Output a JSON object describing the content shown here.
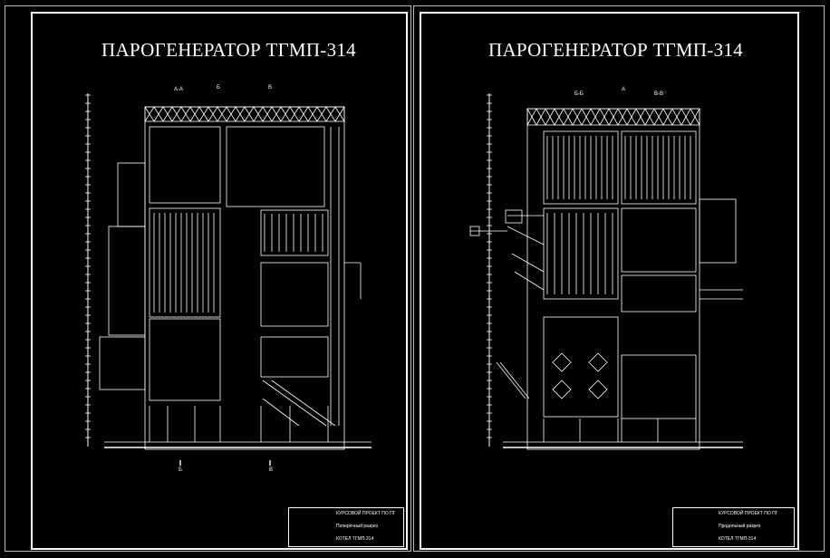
{
  "sheets": [
    {
      "title": "ПАРОГЕНЕРАТОР ТГМП-314",
      "section_labels": [
        "А-А",
        "Б",
        "В",
        "Б",
        "В"
      ],
      "stamp": {
        "project": "КУРСОВОЙ ПРОЕКТ ПО ПГ",
        "view": "Поперечный разрез",
        "code": "КОТЕЛ ТГМП-314"
      }
    },
    {
      "title": "ПАРОГЕНЕРАТОР ТГМП-314",
      "section_labels": [
        "Б-Б",
        "А",
        "В-В"
      ],
      "stamp": {
        "project": "КУРСОВОЙ ПРОЕКТ ПО ПГ",
        "view": "Продольный разрез",
        "code": "КОТЕЛ ТГМП-314"
      }
    }
  ]
}
